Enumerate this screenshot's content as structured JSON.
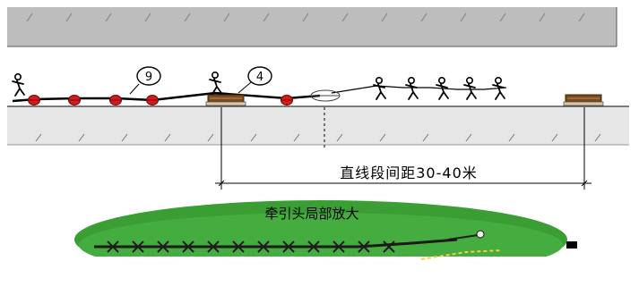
{
  "diagram": {
    "labels": {
      "marker_9": "9",
      "marker_4": "4",
      "spacing": "直线段间距30-40米",
      "zoom_title": "牵引头局部放大"
    },
    "colors": {
      "wall_gray": "#bdbdbd",
      "cable_roller": "#cc1f1f",
      "ellipse_green": "#3a9e35",
      "ellipse_dark": "#2e7d32",
      "wood_block": "#7a4a1c",
      "hatch": "#8a8a8a"
    },
    "icons": [
      "worker-icon",
      "roller-icon",
      "winch-block-icon",
      "pulling-head-icon"
    ]
  }
}
